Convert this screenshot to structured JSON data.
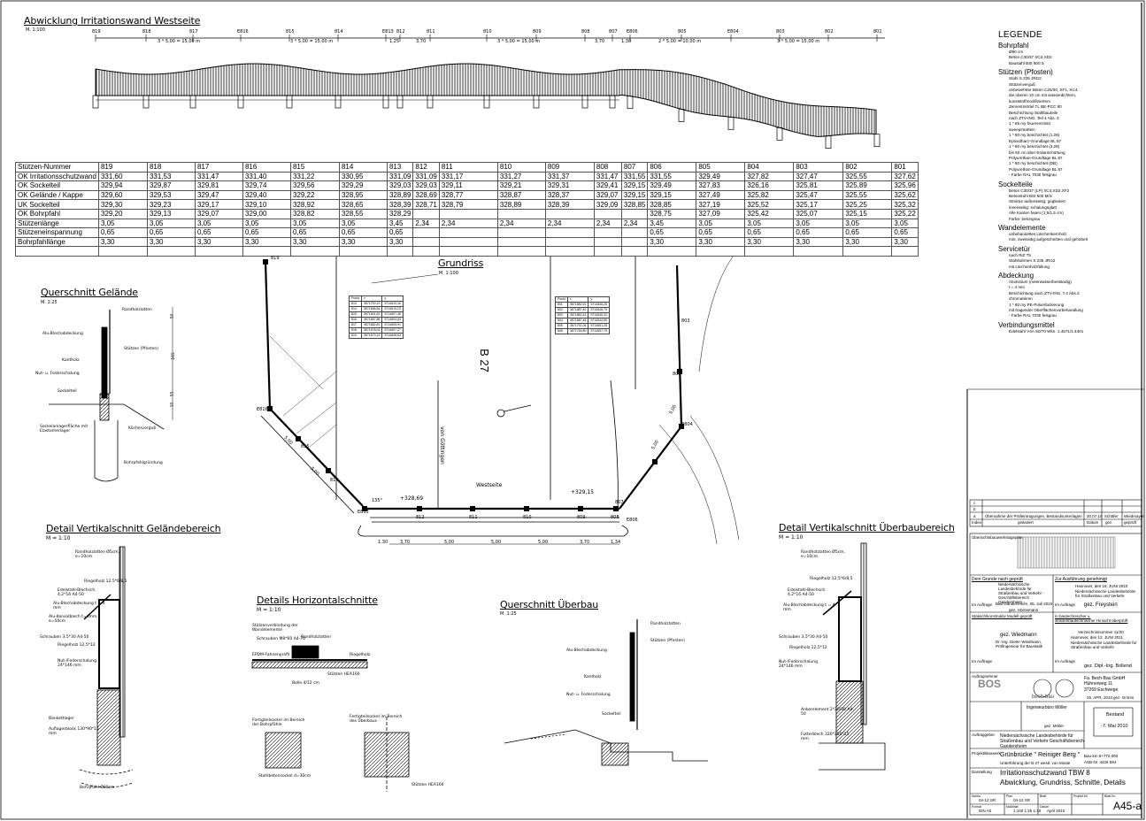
{
  "elevation": {
    "title": "Abwicklung Irritationswand Westseite",
    "scale": "M. 1:100",
    "axis_labels": [
      "819",
      "818",
      "817",
      "E816",
      "815",
      "814",
      "E813",
      "812",
      "811",
      "810",
      "809",
      "808",
      "807",
      "E806",
      "805",
      "E804",
      "803",
      "802",
      "801"
    ],
    "dimensions": [
      "3 * 5,00 = 15,00 m",
      "3 * 5,00 = 15,00 m",
      "1,25",
      "3,70",
      "3 * 5,00 = 15,00 m",
      "3,70",
      "1,30",
      "2 * 5,00 = 10,00 m",
      "3 * 5,00 = 15,00 m"
    ]
  },
  "table": {
    "rows": [
      {
        "label": "Stützen-Nummer",
        "values": [
          "819",
          "818",
          "817",
          "816",
          "815",
          "814",
          "813",
          "812",
          "811",
          "810",
          "809",
          "808",
          "807",
          "806",
          "805",
          "804",
          "803",
          "802",
          "801"
        ]
      },
      {
        "label": "OK Irritationsschutzwand",
        "values": [
          "331,60",
          "331,53",
          "331,47",
          "331,40",
          "331,22",
          "330,95",
          "331,09",
          "331,09",
          "331,17",
          "331,27",
          "331,37",
          "331,47",
          "331,55",
          "331,55",
          "329,49",
          "327,82",
          "327,47",
          "325,55",
          "327,62"
        ]
      },
      {
        "label": "OK Sockelteil",
        "values": [
          "329,94",
          "329,87",
          "329,81",
          "329,74",
          "329,56",
          "329,29",
          "329,03",
          "329,03",
          "329,11",
          "329,21",
          "329,31",
          "329,41",
          "329,15",
          "329,49",
          "327,83",
          "326,16",
          "325,81",
          "325,89",
          "325,96"
        ]
      },
      {
        "label": "OK Gelände / Kappe",
        "values": [
          "329,60",
          "329,53",
          "329,47",
          "329,40",
          "329,22",
          "328,95",
          "328,89",
          "328,69",
          "328,77",
          "328,87",
          "328,37",
          "329,07",
          "329,15",
          "329,15",
          "327,49",
          "325,82",
          "325,47",
          "325,55",
          "325,62"
        ]
      },
      {
        "label": "UK Sockelteil",
        "values": [
          "329,30",
          "329,23",
          "329,17",
          "329,10",
          "328,92",
          "328,65",
          "328,39",
          "328,71",
          "328,79",
          "328,89",
          "328,39",
          "329,09",
          "328,85",
          "328,85",
          "327,19",
          "325,52",
          "325,17",
          "325,25",
          "325,32"
        ]
      },
      {
        "label": "OK Bohrpfahl",
        "values": [
          "329,20",
          "329,13",
          "329,07",
          "329,00",
          "328,82",
          "328,55",
          "328,29",
          "",
          "",
          "",
          "",
          "",
          "",
          "328,75",
          "327,09",
          "325,42",
          "325,07",
          "325,15",
          "325,22"
        ]
      },
      {
        "label": "Stützenlänge",
        "values": [
          "3,05",
          "3,05",
          "3,05",
          "3,05",
          "3,05",
          "3,05",
          "3,45",
          "2,34",
          "2,34",
          "2,34",
          "2,34",
          "2,34",
          "2,34",
          "3,45",
          "3,05",
          "3,05",
          "3,05",
          "3,05",
          "3,05"
        ]
      },
      {
        "label": "Stützeneinspannung",
        "values": [
          "0,65",
          "0,65",
          "0,65",
          "0,65",
          "0,65",
          "0,65",
          "0,65",
          "",
          "",
          "",
          "",
          "",
          "",
          "0,65",
          "0,65",
          "0,65",
          "0,65",
          "0,65",
          "0,65"
        ]
      },
      {
        "label": "Bohrpfahllänge",
        "values": [
          "3,30",
          "3,30",
          "3,30",
          "3,30",
          "3,30",
          "3,30",
          "3,30",
          "",
          "",
          "",
          "",
          "",
          "",
          "3,30",
          "3,30",
          "3,30",
          "3,30",
          "3,30",
          "3,30"
        ]
      }
    ]
  },
  "grundriss": {
    "title": "Grundriss",
    "scale": "M. 1:100",
    "road": "B 27",
    "side_label": "Westseite",
    "direction": "von Göttingen",
    "levels": [
      "+328,69",
      "+329,15"
    ],
    "angle": "135°",
    "post_labels": [
      "E816",
      "E813",
      "812",
      "811",
      "810",
      "809",
      "808",
      "807",
      "E806",
      "E804",
      "814",
      "815",
      "805",
      "803",
      "819"
    ],
    "bottom_dimensions": [
      "1,30",
      "3,70",
      "5,00",
      "5,00",
      "5,00",
      "3,70",
      "1,34"
    ],
    "diag_dimensions": [
      "5,00",
      "5,00",
      "5,00",
      "5,00"
    ],
    "coord_table_left": {
      "headers": [
        "Punkt",
        "x",
        "y"
      ],
      "rows": [
        [
          "813",
          "3571700,19",
          "5714610,16"
        ],
        [
          "814",
          "3571696,84",
          "5714613,23"
        ],
        [
          "815",
          "3571691,83",
          "5714607,46"
        ],
        [
          "816",
          "3571687,88",
          "5714604,63"
        ],
        [
          "817",
          "3571682,81",
          "5714605,91"
        ],
        [
          "818",
          "3571678,04",
          "5714607,27"
        ],
        [
          "819",
          "3571673,19",
          "5714608,63"
        ]
      ]
    },
    "coord_table_right": {
      "headers": [
        "Punkt",
        "x",
        "y"
      ],
      "rows": [
        [
          "801",
          "3571882,92",
          "5714548,26"
        ],
        [
          "802",
          "3571887,40",
          "5714545,79"
        ],
        [
          "803",
          "3571882,44",
          "5714545,32"
        ],
        [
          "804",
          "3571887,48",
          "5714544,85"
        ],
        [
          "805",
          "3571751,06",
          "5714561,28"
        ],
        [
          "806",
          "3571754,80",
          "5714557,75"
        ]
      ]
    }
  },
  "querschnitt_gelaende": {
    "title": "Querschnitt  Gelände",
    "scale": "M. 1:25",
    "labels": [
      "Randholzlatten",
      "Alu-Blechabdeckung",
      "Stützen (Pfosten)",
      "Kantholz",
      "Nut- u. Federschalung",
      "Sockelteil",
      "Sockelanlagerfläche mit Elastomerlager",
      "Köcherverguß",
      "Bohrpfahlgründung"
    ],
    "dims": [
      "50",
      "165",
      "55",
      "10"
    ]
  },
  "detail_gelaende": {
    "title": "Detail  Vertikalschnitt   Geländebereich",
    "scale": "M = 1:10",
    "labels": [
      "Randholzlatten Ø5cm, e=10cm",
      "Riegelholz 12,5*6/8,5",
      "Edelstahl-Blechsch. 4,2*16 A4-50",
      "Alu-Blechabdeckung t = 4 mm",
      "Alu-Konsolblech t=4mm, e=50cm",
      "Schrauben 3,5*30 A4-50",
      "Riegelholz 12,5*12",
      "Nut-/Federschalung 24*146 mm",
      "Bankettlager",
      "Auflagerblock 130*90*15 mm",
      "Bohrpfahl Ø90cm"
    ]
  },
  "horizontal": {
    "title": "Details  Horizontalschnitte",
    "scale": "M = 1:10",
    "labels": [
      "Stützenverbindung der Wandelemente",
      "Schrauben M8*60 A4-70",
      "EPDM-Fahnenprofil",
      "Randholzlatten",
      "Riegelholz",
      "Stützen HEA160",
      "Bolle 4/12 cm",
      "Fertigteilsockel im Bereich der Bohrpfähle",
      "Fertigteilsockel im Bereich des Überbaus",
      "Stahlbetonsockel d=30cm",
      "Stützen HEA160"
    ]
  },
  "ueberbau": {
    "title": "Querschnitt   Überbau",
    "scale": "M. 1:25",
    "labels": [
      "Randholzlatten",
      "Alu-Blechabdeckung",
      "Stützen (Pfosten)",
      "Kantholz",
      "Nut- u. Federschalung",
      "Sockelteil"
    ]
  },
  "detail_ueberbau": {
    "title": "Detail  Vertikalschnitt   Überbaubereich",
    "scale": "M = 1:10",
    "labels": [
      "Randholzlatten Ø5cm, e=10cm",
      "Riegelholz 12,5*6/8,5",
      "Edelstahl-Blechsch. 4,2*16 A4-50",
      "Alu-Blechabdeckung t = 4 mm",
      "Schrauben 3,5*30 A4-50",
      "Riegelholz 12,5*12",
      "Nut-/Federschalung 24*146 mm",
      "Ankerelement 2*20/30 A4-50",
      "Futterblech 320*250*15 mm"
    ]
  },
  "legend": {
    "title": "LEGENDE",
    "sections": [
      {
        "heading": "Bohrpfahl",
        "items": [
          "Ø90 cm",
          "Beton C30/37 XC2,XD2",
          "Baustahl BSt 500 S"
        ]
      },
      {
        "heading": "Stützen (Pfosten)",
        "items": [
          "Stahl S 235 JRG2",
          "Stützenverguß",
          "unbewehrter Beton C25/30, XF1, XC4",
          "die oberen 10 cm mit wasserdichtem,",
          "kunststoffmodifiziertem",
          "Zementmörtel TL BE-PCC 80",
          "Beschichtung Stahlbauteile",
          "nach ZTV-ING, Teil 4 Abs. 3",
          "1 * 85 my feuerverzinkt",
          "sweepstrahlen",
          "1 * 80 my beschichtet (1.28)",
          "Epoxidharz-Grundlage BL 87",
          "1 * 80 my beschichtet (3.28)",
          "bis 50 cm über Erdanschüttung",
          "Polyurethan-Grundlage BL 87",
          "1 * 80 my beschichtet (DB)",
          "Polyurethan-Grundlage BL 87",
          "- Farbe RAL 7030 felsgrau"
        ]
      },
      {
        "heading": "Sockelteile",
        "items": [
          "Beton C30/37 (LP) XC4,XD2,XF2",
          "Betonstahl      BSt 500 M/S",
          "Struktur außenseitig: gegliedert",
          "innenseitig: schalungsglatt",
          "Alle Kanten fasen (1,5/1,5 cm)",
          "Farbe: betongrau"
        ]
      },
      {
        "heading": "Wandelemente",
        "items": [
          "unbehandeltes Lärchenkernholz",
          "min. zweiseitig aufgeschnitten und gehobelt"
        ]
      },
      {
        "heading": "Servicetür",
        "items": [
          "nach RiZ T5",
          "Stahlrahmen S 235 JRG2",
          "mit Lärchenholzfüllung"
        ]
      },
      {
        "heading": "Abdeckung",
        "items": [
          "Aluminium (meerwasserbeständig)",
          "t = 4 mm",
          "Beschichtung nach ZTV-ING, T.4 Abs.3",
          "chromatieren",
          "1 * 80 my PE-Pulverlackierung",
          "mit tragender Oberflächenvorbehandlung",
          "- Farbe RAL 7030 felsgrau"
        ]
      },
      {
        "heading": "Verbindungsmittel",
        "items": [
          "Edelstahl V4A-50/70 Wkn. 1.4571/1.4401"
        ]
      }
    ]
  },
  "title_block": {
    "revisions": [
      {
        "index": "c",
        "text": "",
        "date": "",
        "drawn": "",
        "checked": ""
      },
      {
        "index": "b",
        "text": "",
        "date": "",
        "drawn": "",
        "checked": ""
      },
      {
        "index": "a",
        "text": "Übernahme der Prüfeintragungen, Bestandsunterlagen",
        "date": "30.07.10",
        "drawn": "Schäfer",
        "checked": "Wiedmayer"
      }
    ],
    "revision_header": {
      "index": "Index",
      "text": "geändert",
      "date": "Datum",
      "drawn": "gez.",
      "checked": "geprüft"
    },
    "overview_label": "Übersichtsbauwerkslageplan",
    "grounds_checked": "Dem Grunde nach geprüft",
    "grounds_authority": "Niedersächsische Landesbehörde für Straßenbau und Verkehr - Geschäftsbereich Gandersheim -",
    "grounds_place": "Bad Gandersheim, 05. Juli 2010",
    "grounds_sign": "gez. Hörnemann",
    "execution": "Zur Ausführung genehmigt",
    "execution_place": "Hannover, den 18. JUNI 2010",
    "execution_authority": "Niedersächsische Landesbehörde für Straßenbau und Verkehr",
    "execution_sign": "gez. Freystein",
    "im_auftrag": "Im Auftrage",
    "static_checked": "Statisch/konstruktiv Modell geprüft",
    "static_sign": "gez. Wiedmann",
    "static_person": "Dr.-Ing. Dieter Wiedmann, Prüfingenieur für Baustatik",
    "tech_checked": "In bautechnischer u. straßenbautechnischer Hinsicht überprüft",
    "tech_number": "Verzeichnisnummer   11/20",
    "tech_date": "Hannover, den   12. JUNI 2011",
    "tech_authority": "Niedersächsische Landesbehörde für Straßenbau und Verkehr",
    "tech_sign": "gez. Dipl.-Ing. Bollend",
    "designer_label": "Auftragnehmer",
    "designer_logo": "BOS",
    "contractor_logo": "bech-bau",
    "contractor_name": "Fa. Bech-Bau GmbH",
    "contractor_street": "Hühnerweg 11",
    "contractor_city": "37269 Eschwege",
    "contractor_date": "26. APR. 2010",
    "contractor_sign": "gez. Grimm",
    "engineer_name": "Ingenieurbüro Möller",
    "engineer_sign": "gez. Möller",
    "stamp_status": "Bestand",
    "stamp_date": "-7. Mai 2010",
    "owner_label": "Auftraggeber",
    "owner": "Niedersächsische Landesbehörde für Straßenbau und Verkehr Geschäftsbereich Gandersheim",
    "project_label": "Projekt/Bauwerk",
    "project": "Grünbrücke \" Reiniger Berg \"",
    "project_sub": "Unterführung der B 27 westl. von Moste",
    "project_code": "Bau-km 6+772,000",
    "project_code2": "ASB-Nr. 4426 594",
    "drawing_label": "Darstellung",
    "drawing_title": "Irritationsschutzwand TBW 8",
    "drawing_subtitle": "Abwicklung, Grundriss, Schnitte, Details",
    "fields": [
      {
        "label": "Maßst.",
        "value": "04-12 SR"
      },
      {
        "label": "Plan",
        "value": "04-12 SR"
      },
      {
        "label": "Blatt",
        "value": ""
      },
      {
        "label": "Projekt-Nr.",
        "value": ""
      },
      {
        "label": "Format",
        "value": "DIN A0"
      },
      {
        "label": "Maßstab",
        "value": "1:100 1:25 1:10"
      },
      {
        "label": "Datum",
        "value": "April 2010"
      }
    ],
    "sheet_label": "Blatt-Nr.",
    "sheet_number": "A45-a"
  }
}
